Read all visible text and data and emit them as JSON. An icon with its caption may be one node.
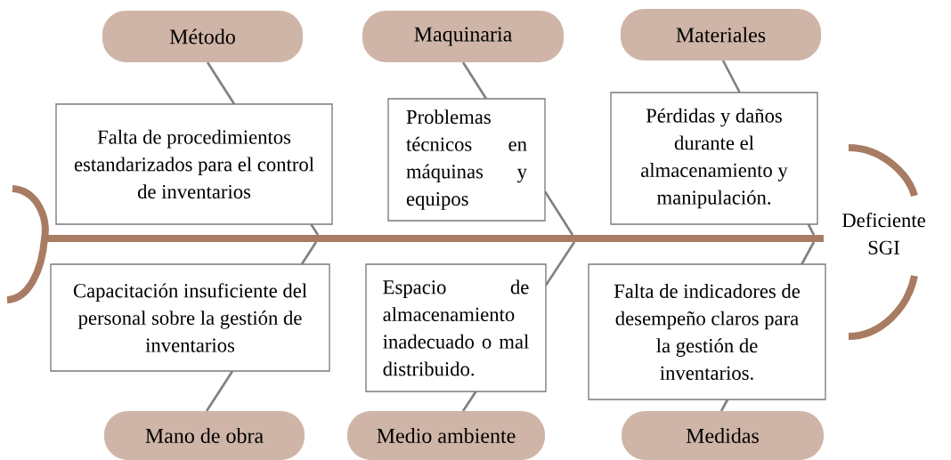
{
  "diagram": {
    "nodes": [
      {
        "text": [
          "Método"
        ]
      },
      {
        "text": [
          "Maquinaria"
        ]
      },
      {
        "text": [
          "Materiales"
        ]
      },
      {
        "text": [
          "Falta de procedimientos estandarizados para el control de inventarios"
        ]
      },
      {
        "text": [
          "Problemas técnicos en máquinas y equipos"
        ]
      },
      {
        "text": [
          "Pérdidas y daños durante el almacenamiento y manipulación."
        ]
      },
      {
        "text": [],
        "shape": "bar"
      },
      {
        "text": [
          "Deficiente SGI"
        ]
      },
      {
        "text": [
          "Capacitación insuficiente del personal sobre la gestión de inventarios"
        ]
      },
      {
        "text": [
          "Espacio de almacenamiento inadecuado o mal distribuido."
        ]
      },
      {
        "text": [
          "Falta de indicadores de desempeño claros para la gestión de inventarios."
        ]
      },
      {
        "text": [
          "Mano de obra"
        ]
      },
      {
        "text": [
          "Medio ambiente"
        ]
      },
      {
        "text": [
          "Medidas"
        ]
      }
    ],
    "edges": [
      {
        "from": 0,
        "to": 3,
        "arrow": "none"
      },
      {
        "from": 3,
        "to": 6,
        "arrow": "none"
      },
      {
        "from": 1,
        "to": 4,
        "arrow": "none"
      },
      {
        "from": 4,
        "to": 6,
        "arrow": "none"
      },
      {
        "from": 2,
        "to": 5,
        "arrow": "none"
      },
      {
        "from": 5,
        "to": 6,
        "arrow": "none"
      },
      {
        "from": 11,
        "to": 8,
        "arrow": "none"
      },
      {
        "from": 8,
        "to": 6,
        "arrow": "none"
      },
      {
        "from": 12,
        "to": 9,
        "arrow": "none"
      },
      {
        "from": 9,
        "to": 6,
        "arrow": "none"
      },
      {
        "from": 13,
        "to": 10,
        "arrow": "none"
      },
      {
        "from": 10,
        "to": 6,
        "arrow": "none"
      }
    ]
  }
}
